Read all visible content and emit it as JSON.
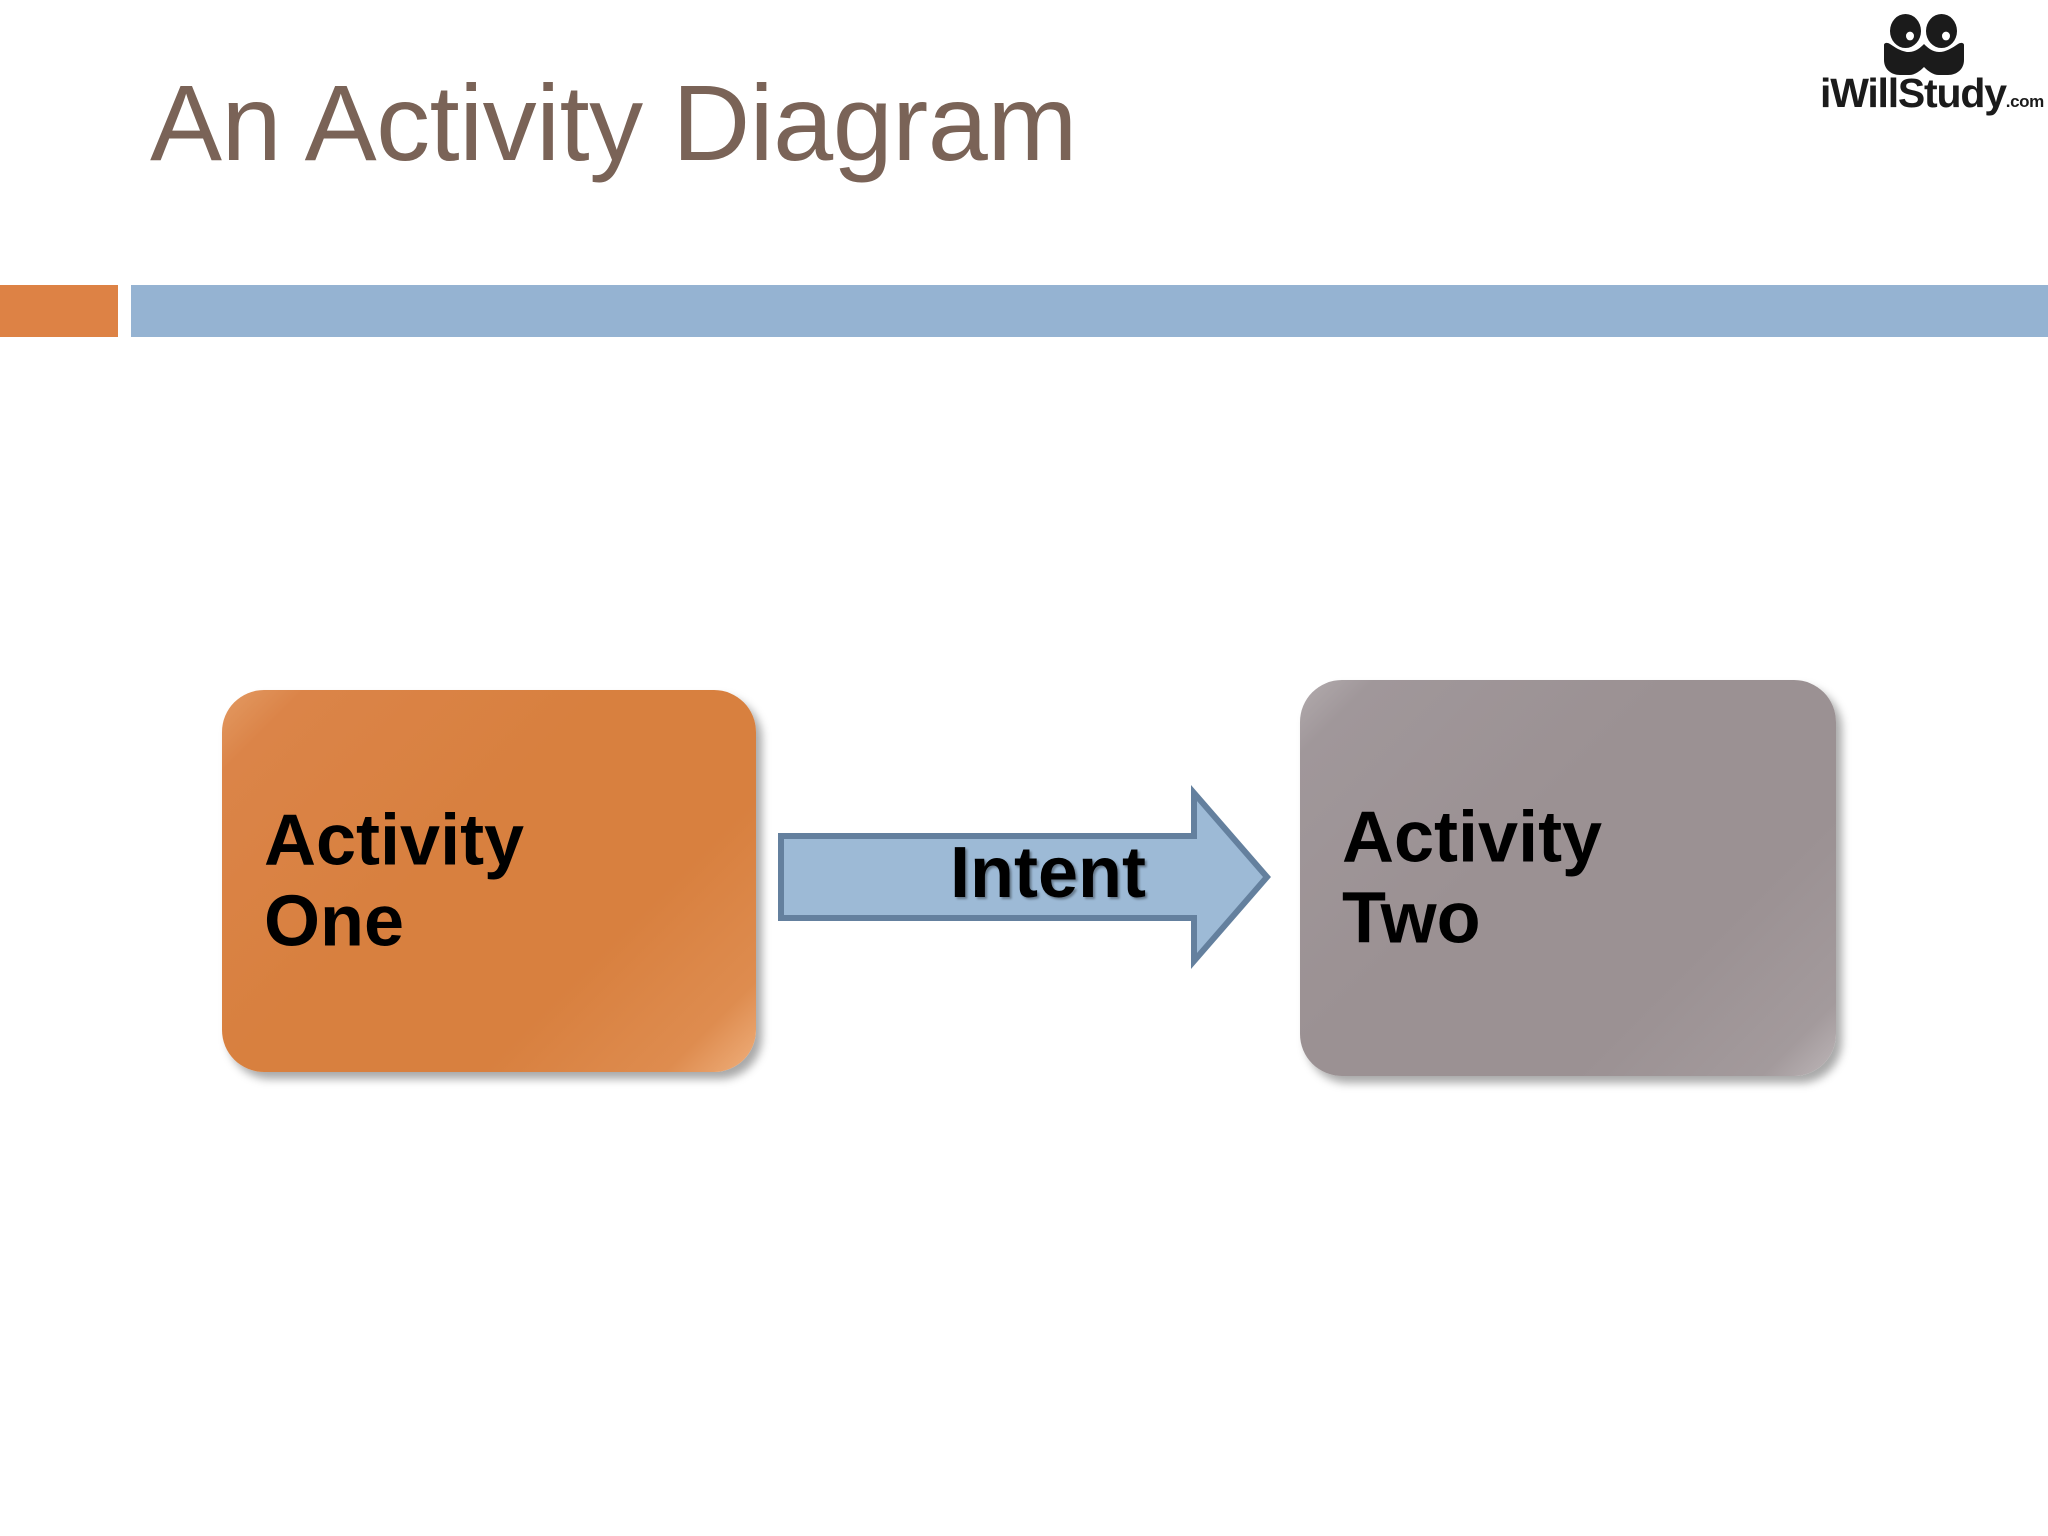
{
  "slide": {
    "title": "An Activity Diagram",
    "title_color": "#7A6357",
    "background_color": "#FFFFFF"
  },
  "divider": {
    "accent_color": "#DD8245",
    "bar_color": "#95B3D2",
    "accent_name": "orange-accent-block",
    "bar_name": "blue-divider-bar"
  },
  "logo": {
    "name": "iwillstudy-logo",
    "wordmark": "iWillStudy",
    "tld": ".com",
    "color": "#1B1B1B"
  },
  "diagram": {
    "type": "activity-diagram",
    "nodes": [
      {
        "id": "activity-one",
        "label": "Activity\nOne",
        "line1": "Activity",
        "line2": "One",
        "fill_color": "#D8803F",
        "text_color": "#000000"
      },
      {
        "id": "activity-two",
        "label": "Activity\nTwo",
        "line1": "Activity",
        "line2": "Two",
        "fill_color": "#9B9193",
        "text_color": "#000000"
      }
    ],
    "edges": [
      {
        "id": "intent-arrow",
        "label": "Intent",
        "from": "activity-one",
        "to": "activity-two",
        "fill_color": "#9DBAD6",
        "stroke_color": "#64809E",
        "text_color": "#000000",
        "direction": "right"
      }
    ]
  }
}
